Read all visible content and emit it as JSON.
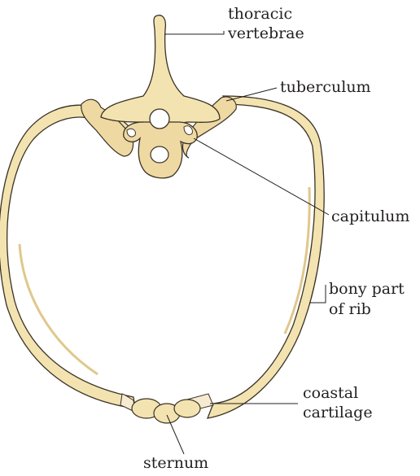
{
  "figure": {
    "labels": {
      "thoracic_vertebrae": [
        "thoracic",
        "vertebrae"
      ],
      "tuberculum": "tuberculum",
      "capitulum": "capitulum",
      "bony_part_of_rib": [
        "bony part",
        "of rib"
      ],
      "coastal_cartilage": [
        "coastal",
        "cartilage"
      ],
      "sternum": "sternum"
    },
    "colors": {
      "bone_fill": "#f3e3b0",
      "bone_shadow": "#e0c88c",
      "outline": "#3a3226",
      "leader": "#231f20",
      "text": "#231f20"
    }
  }
}
